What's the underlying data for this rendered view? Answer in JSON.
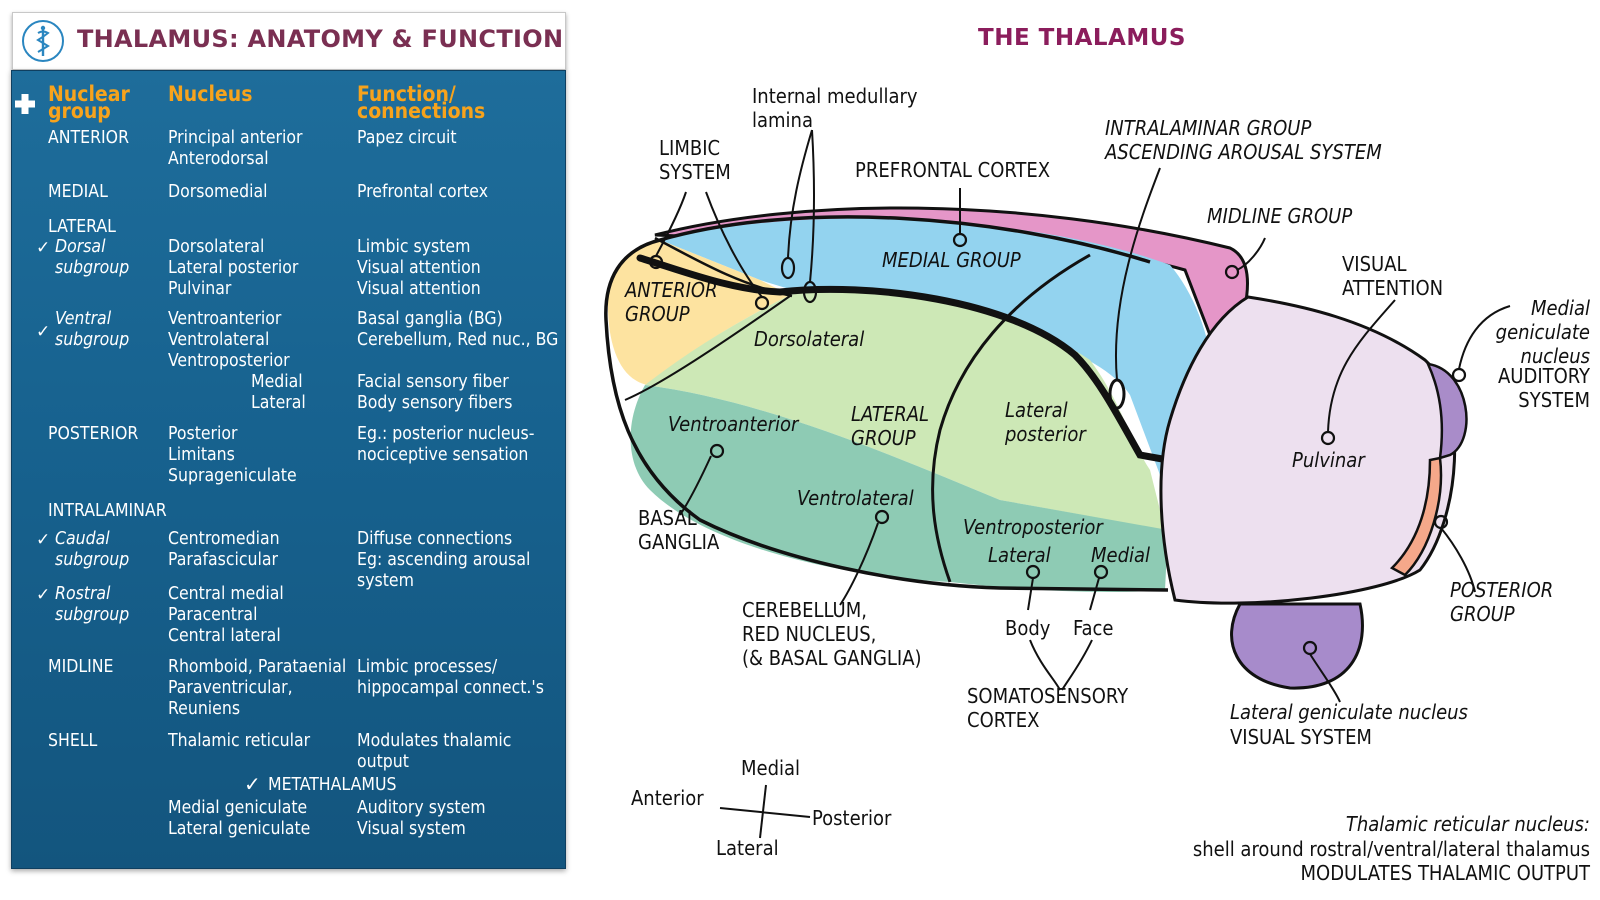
{
  "title": "THALAMUS: ANATOMY & FUNCTION",
  "table": {
    "headers": {
      "group": "Nuclear\ngroup",
      "nucleus": "Nucleus",
      "function": "Function/\nconnections"
    },
    "rows": [
      {
        "group": "ANTERIOR",
        "nucleus": "Principal anterior\nAnterodorsal",
        "function": "Papez circuit"
      },
      {
        "group": "MEDIAL",
        "nucleus": "Dorsomedial",
        "function": "Prefrontal cortex"
      },
      {
        "group": "LATERAL",
        "nucleus": "",
        "function": ""
      },
      {
        "group": "Dorsal\nsubgroup",
        "nucleus": "Dorsolateral\nLateral posterior\nPulvinar",
        "function": "Limbic system\nVisual attention\nVisual attention"
      },
      {
        "group": "Ventral\nsubgroup",
        "nucleus": "Ventroanterior\nVentrolateral\nVentroposterior",
        "function": "Basal ganglia (BG)\nCerebellum, Red nuc., BG"
      },
      {
        "group": "",
        "nucleus": "Medial\nLateral",
        "function": "Facial sensory fiber\nBody sensory fibers"
      },
      {
        "group": "POSTERIOR",
        "nucleus": "Posterior\nLimitans\nSuprageniculate",
        "function": "Eg.: posterior nucleus-\nnociceptive sensation"
      },
      {
        "group": "INTRALAMINAR",
        "nucleus": "",
        "function": ""
      },
      {
        "group": "Caudal\nsubgroup",
        "nucleus": "Centromedian\nParafascicular",
        "function": "Diffuse connections\nEg: ascending arousal\nsystem"
      },
      {
        "group": "Rostral\nsubgroup",
        "nucleus": "Central medial\nParacentral\nCentral lateral",
        "function": ""
      },
      {
        "group": "MIDLINE",
        "nucleus": "Rhomboid, Parataenial\nParaventricular,\nReuniens",
        "function": "Limbic processes/\nhippocampal connect.'s"
      },
      {
        "group": "SHELL",
        "nucleus": "Thalamic reticular",
        "function": "Modulates thalamic\noutput"
      },
      {
        "group": "METATHALAMUS",
        "nucleus": "Medial geniculate\nLateral geniculate",
        "function": "Auditory system\nVisual system"
      }
    ]
  },
  "diagram": {
    "title": "THE THALAMUS",
    "labels": {
      "internal_medullary": "Internal medullary\nlamina",
      "limbic": "LIMBIC\nSYSTEM",
      "prefrontal": "PREFRONTAL CORTEX",
      "intralaminar": "INTRALAMINAR GROUP\nASCENDING AROUSAL SYSTEM",
      "midline": "MIDLINE GROUP",
      "visual_attention": "VISUAL\nATTENTION",
      "medial_geniculate": "Medial\ngeniculate\nnucleus",
      "auditory": "AUDITORY\nSYSTEM",
      "anterior_group": "ANTERIOR\nGROUP",
      "medial_group": "MEDIAL GROUP",
      "dorsolateral": "Dorsolateral",
      "ventroanterior": "Ventroanterior",
      "lateral_group": "LATERAL\nGROUP",
      "lateral_posterior": "Lateral\nposterior",
      "pulvinar": "Pulvinar",
      "basal_ganglia": "BASAL\nGANGLIA",
      "ventrolateral": "Ventrolateral",
      "ventroposterior": "Ventroposterior",
      "vp_lateral": "Lateral",
      "vp_medial": "Medial",
      "posterior_group": "POSTERIOR\nGROUP",
      "cerebellum": "CEREBELLUM,\nRED NUCLEUS,\n(& BASAL GANGLIA)",
      "body": "Body",
      "face": "Face",
      "somatosensory": "SOMATOSENSORY\nCORTEX",
      "lgn": "Lateral geniculate nucleus",
      "visual_system": "VISUAL SYSTEM"
    },
    "compass": {
      "medial": "Medial",
      "anterior": "Anterior",
      "posterior": "Posterior",
      "lateral": "Lateral"
    },
    "footnote": {
      "line1": "Thalamic reticular nucleus:",
      "line2": "shell around rostral/ventral/lateral thalamus",
      "line3": "MODULATES THALAMIC OUTPUT"
    }
  },
  "colors": {
    "title": "#7a2f52",
    "diagram_title": "#8b1d5c",
    "panel": "#1a6694",
    "header": "#f7a31c",
    "anterior": "#fde3a0",
    "medial": "#93d3ef",
    "midline": "#e596c8",
    "dorsolateral": "#cde8b6",
    "ventral": "#8ecbb4",
    "pulvinar": "#ede0ef",
    "mgn": "#a98cc9",
    "posterior": "#f5a88a",
    "lgn": "#a78bcb"
  }
}
